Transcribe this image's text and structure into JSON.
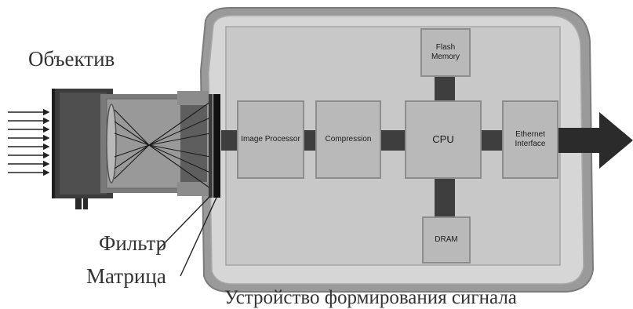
{
  "labels": {
    "lens": "Объектив",
    "filter": "Фильтр",
    "sensor": "Матрица",
    "signal_unit": "Устройство формирования сигнала"
  },
  "blocks": {
    "image_processor": "Image Processor",
    "compression": "Compression",
    "cpu": "CPU",
    "ethernet": "Ethernet Interface",
    "flash": "Flash Memory",
    "dram": "DRAM"
  },
  "colors": {
    "housing_outer": "#9a9a9a",
    "housing_inner": "#d4d4d4",
    "board": "#c8c8c8",
    "block": "#b9b9b9",
    "bus": "#3e3e3e",
    "lens_body": "#4a4a4a",
    "sensor": "#111111",
    "output_arrow": "#2b2b2b"
  },
  "icons": {
    "input_light": "light-rays-icon",
    "output": "output-arrow-icon"
  }
}
